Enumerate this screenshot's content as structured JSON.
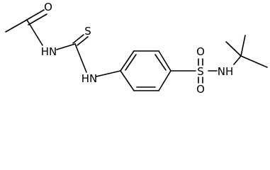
{
  "molecule": {
    "atom_labels": {
      "carbonyl_oxygen": "O",
      "amide_nitrogen": "HN",
      "thione_sulfur": "S",
      "aniline_nitrogen": "HN",
      "sulfonyl_sulfur": "S",
      "sulfonyl_oxygen_top": "O",
      "sulfonyl_oxygen_bottom": "O",
      "sulfonamide_nitrogen": "NH"
    }
  },
  "colors": {
    "bond": "#000000",
    "label": "#000000",
    "background": "#ffffff"
  }
}
